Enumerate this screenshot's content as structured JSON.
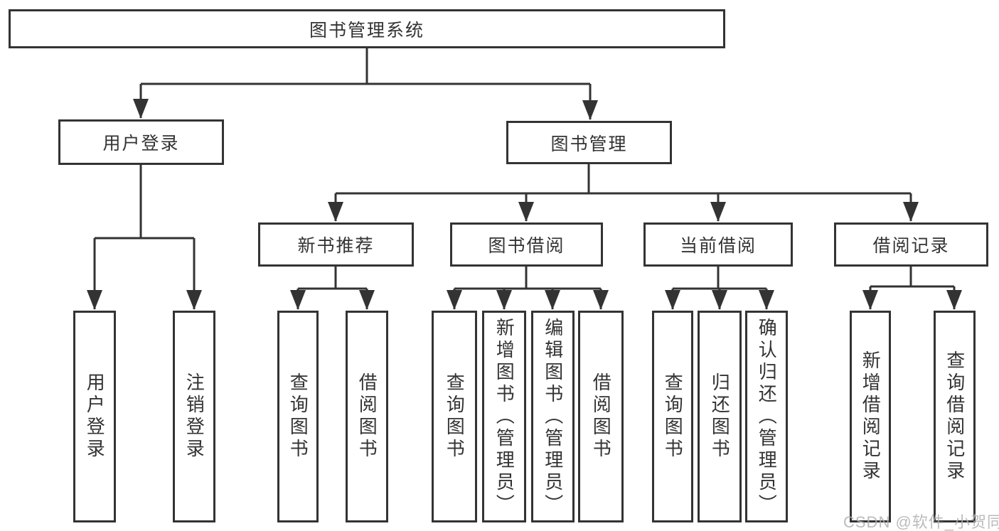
{
  "root": {
    "label": "图书管理系统"
  },
  "login_branch": {
    "label": "用户登录",
    "children": [
      "用户登录",
      "注销登录"
    ]
  },
  "mgmt_branch": {
    "label": "图书管理",
    "sections": [
      {
        "label": "新书推荐",
        "children": [
          "查询图书",
          "借阅图书"
        ]
      },
      {
        "label": "图书借阅",
        "children": [
          "查询图书",
          "新增图书（管理员）",
          "编辑图书（管理员）",
          "借阅图书"
        ]
      },
      {
        "label": "当前借阅",
        "children": [
          "查询图书",
          "归还图书",
          "确认归还（管理员）"
        ]
      },
      {
        "label": "借阅记录",
        "children": [
          "新增借阅记录",
          "查询借阅记录"
        ]
      }
    ]
  },
  "watermark": "CSDN @软件_小贺同学",
  "colors": {
    "line": "#333333",
    "text": "#333333",
    "box_background": "#ffffff",
    "page_background": "#ffffff",
    "watermark": "#b0b0b0"
  }
}
